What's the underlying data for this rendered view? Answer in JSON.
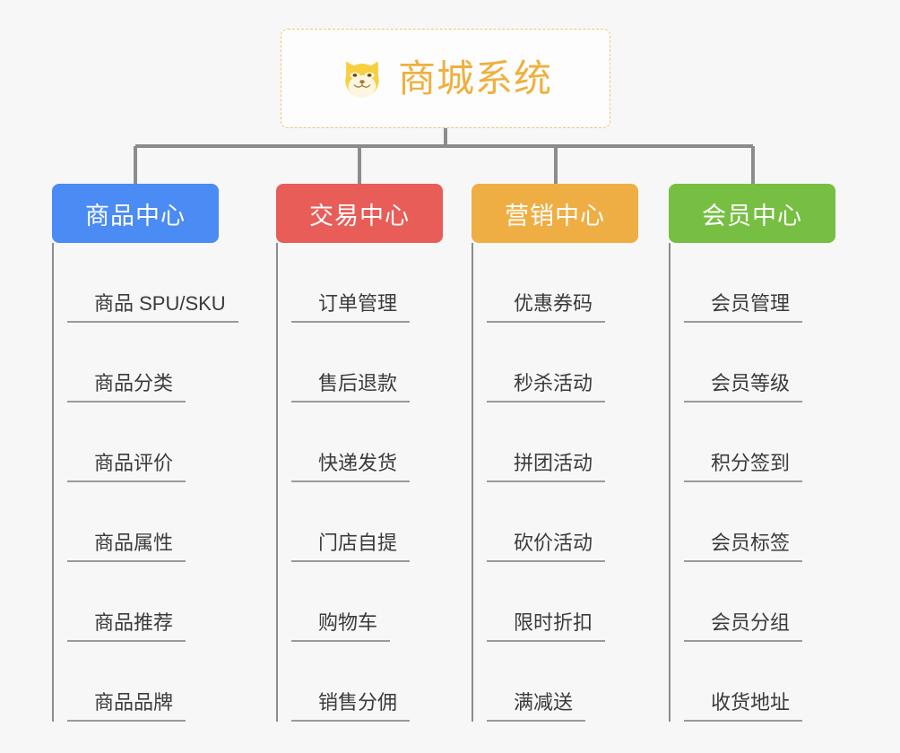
{
  "root": {
    "title": "商城系统",
    "icon": "shiba-dog-face-icon",
    "border_color": "#f0c473",
    "text_color": "#efb03e"
  },
  "connector_color": "#8c8c8c",
  "leaf_underline_color": "#9a9a9a",
  "background_color": "#f7f7f7",
  "columns": [
    {
      "id": "product-center",
      "label": "商品中心",
      "color": "#4a8bf4",
      "items": [
        "商品 SPU/SKU",
        "商品分类",
        "商品评价",
        "商品属性",
        "商品推荐",
        "商品品牌"
      ]
    },
    {
      "id": "trade-center",
      "label": "交易中心",
      "color": "#e85d58",
      "items": [
        "订单管理",
        "售后退款",
        "快递发货",
        "门店自提",
        "购物车",
        "销售分佣"
      ]
    },
    {
      "id": "marketing-center",
      "label": "营销中心",
      "color": "#efae43",
      "items": [
        "优惠券码",
        "秒杀活动",
        "拼团活动",
        "砍价活动",
        "限时折扣",
        "满减送"
      ]
    },
    {
      "id": "member-center",
      "label": "会员中心",
      "color": "#76bf43",
      "items": [
        "会员管理",
        "会员等级",
        "积分签到",
        "会员标签",
        "会员分组",
        "收货地址"
      ]
    }
  ]
}
